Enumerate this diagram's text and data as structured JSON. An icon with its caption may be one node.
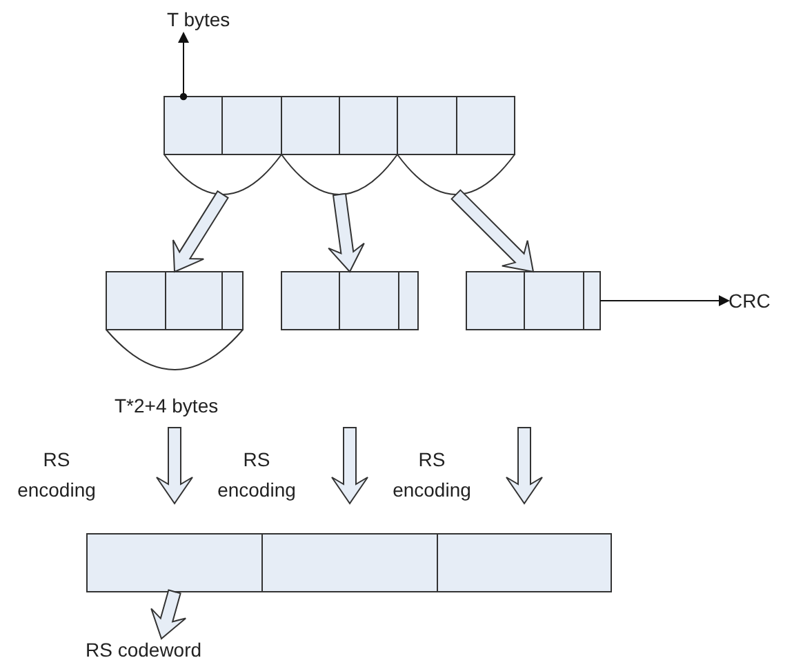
{
  "diagram": {
    "nodes": [
      {
        "text": [
          "T bytes"
        ]
      },
      {
        "text": [],
        "shape": "box"
      },
      {
        "text": [],
        "shape": "box"
      },
      {
        "text": [],
        "shape": "box"
      },
      {
        "text": [],
        "shape": "box"
      },
      {
        "text": [],
        "shape": "box"
      },
      {
        "text": [],
        "shape": "box"
      },
      {
        "text": [],
        "shape": "arc"
      },
      {
        "text": [],
        "shape": "arc"
      },
      {
        "text": [],
        "shape": "arc"
      },
      {
        "text": [],
        "shape": "box"
      },
      {
        "text": [],
        "shape": "box"
      },
      {
        "text": [],
        "shape": "box"
      },
      {
        "text": [
          "CRC"
        ]
      },
      {
        "text": [],
        "shape": "box"
      },
      {
        "text": [],
        "shape": "box"
      },
      {
        "text": [],
        "shape": "box"
      },
      {
        "text": [
          "RS codeword"
        ]
      }
    ],
    "edges": [
      {
        "from": 1,
        "to": 0,
        "arrow": "to"
      },
      {
        "from": 7,
        "to": 10,
        "arrow": "to",
        "style": "thick"
      },
      {
        "from": 8,
        "to": 11,
        "arrow": "to",
        "style": "thick"
      },
      {
        "from": 9,
        "to": 12,
        "arrow": "to",
        "style": "thick"
      },
      {
        "from": 12,
        "to": 13,
        "arrow": "to"
      },
      {
        "from": null,
        "to": 14,
        "arrow": "to",
        "style": "thick",
        "label": "RS encoding"
      },
      {
        "from": null,
        "to": 15,
        "arrow": "to",
        "style": "thick",
        "label": "RS encoding"
      },
      {
        "from": null,
        "to": 16,
        "arrow": "to",
        "style": "thick",
        "label": "RS encoding"
      },
      {
        "from": 14,
        "to": 17,
        "arrow": "to",
        "style": "thick"
      }
    ],
    "labels": [
      "T*2+4 bytes"
    ]
  }
}
